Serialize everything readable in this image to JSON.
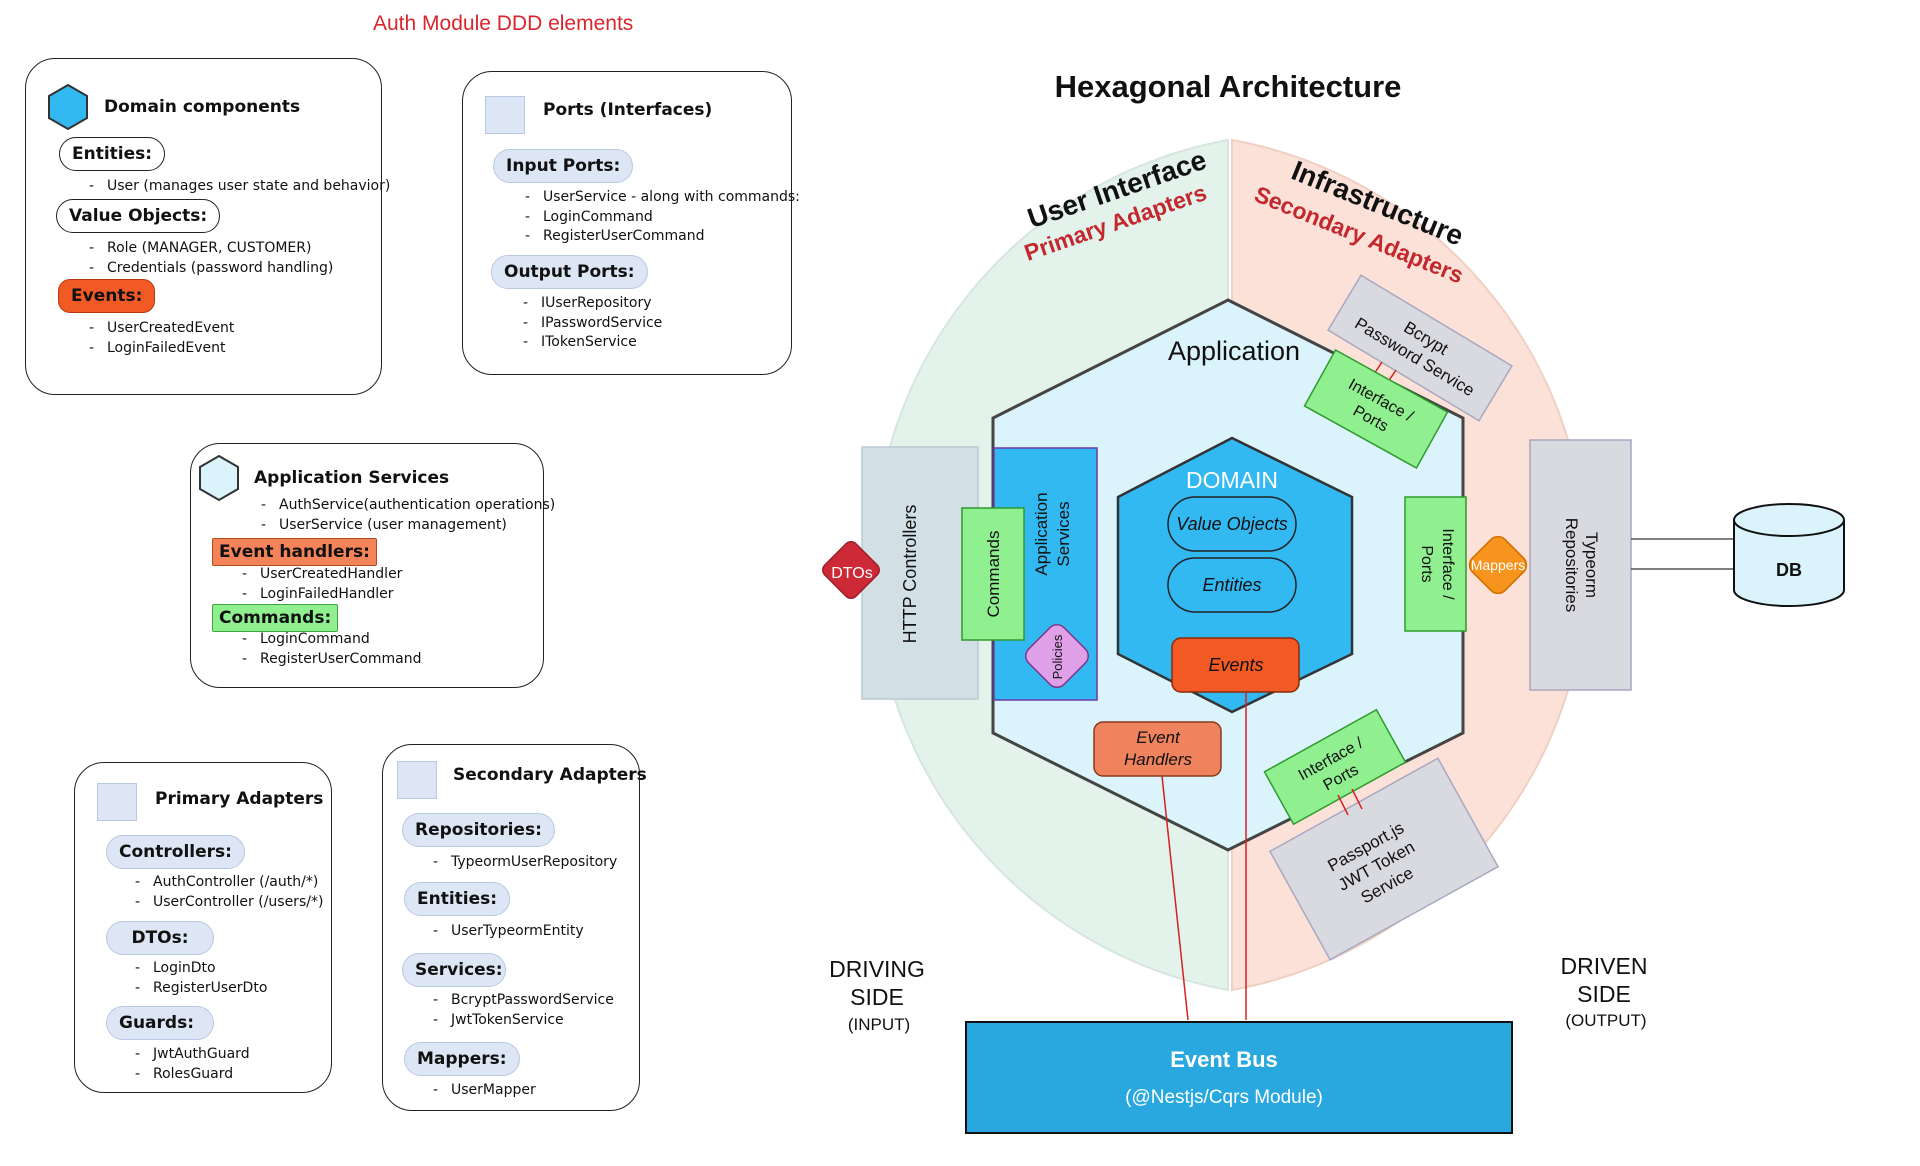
{
  "legend": {
    "heading": "Auth Module DDD elements",
    "domain_components": {
      "title": "Domain components",
      "entities_label": "Entities:",
      "entities_items": [
        "User (manages user state and behavior)"
      ],
      "value_objects_label": "Value Objects:",
      "value_objects_items": [
        "Role (MANAGER, CUSTOMER)",
        "Credentials (password handling)"
      ],
      "events_label": "Events:",
      "events_items": [
        "UserCreatedEvent",
        "LoginFailedEvent"
      ]
    },
    "ports": {
      "title": "Ports (Interfaces)",
      "input_label": "Input Ports:",
      "input_items": [
        "UserService - along with commands:",
        "LoginCommand",
        "RegisterUserCommand"
      ],
      "output_label": "Output Ports:",
      "output_items": [
        "IUserRepository",
        "IPasswordService",
        "ITokenService"
      ]
    },
    "application_services": {
      "title": "Application Services",
      "items": [
        "AuthService(authentication operations)",
        "UserService (user management)"
      ],
      "handlers_label": "Event handlers:",
      "handlers_items": [
        "UserCreatedHandler",
        "LoginFailedHandler"
      ],
      "commands_label": "Commands:",
      "commands_items": [
        "LoginCommand",
        "RegisterUserCommand"
      ]
    },
    "primary_adapters": {
      "title": "Primary Adapters",
      "controllers_label": "Controllers:",
      "controllers_items": [
        "AuthController (/auth/*)",
        "UserController (/users/*)"
      ],
      "dtos_label": "DTOs:",
      "dtos_items": [
        "LoginDto",
        "RegisterUserDto"
      ],
      "guards_label": "Guards:",
      "guards_items": [
        "JwtAuthGuard",
        "RolesGuard"
      ]
    },
    "secondary_adapters": {
      "title": "Secondary Adapters",
      "repositories_label": "Repositories:",
      "repositories_items": [
        "TypeormUserRepository"
      ],
      "entities_label": "Entities:",
      "entities_items": [
        "UserTypeormEntity"
      ],
      "services_label": "Services:",
      "services_items": [
        "BcryptPasswordService",
        "JwtTokenService"
      ],
      "mappers_label": "Mappers:",
      "mappers_items": [
        "UserMapper"
      ]
    }
  },
  "diagram": {
    "title": "Hexagonal Architecture",
    "user_interface": "User Interface",
    "primary_adapters": "Primary Adapters",
    "infrastructure": "Infrastructure",
    "secondary_adapters": "Secondary Adapters",
    "application": "Application",
    "domain": "DOMAIN",
    "value_objects": "Value Objects",
    "entities": "Entities",
    "events": "Events",
    "event_handlers_1": "Event",
    "event_handlers_2": "Handlers",
    "http_controllers": "HTTP Controllers",
    "dtos": "DTOs",
    "commands": "Commands",
    "app_services_1": "Application",
    "app_services_2": "Services",
    "policies": "Policies",
    "interface_ports_1": "Interface /",
    "interface_ports_2": "Ports",
    "bcrypt_1": "Bcrypt",
    "bcrypt_2": "Password Service",
    "typeorm_1": "Typeorm",
    "typeorm_2": "Repositories",
    "mappers": "Mappers",
    "db": "DB",
    "passport_1": "Passport.js",
    "passport_2": "JWT Token",
    "passport_3": "Service",
    "driving_1": "DRIVING",
    "driving_2": "SIDE",
    "driving_3": "(INPUT)",
    "driven_1": "DRIVEN",
    "driven_2": "SIDE",
    "driven_3": "(OUTPUT)",
    "event_bus": "Event Bus",
    "event_bus_sub": "(@Nestjs/Cqrs Module)"
  },
  "colors": {
    "heading_red": "#d9262c",
    "ui_green": "#e3f2eb",
    "infra_peach": "#fbe1d7",
    "application_cyan": "#dbf3fa",
    "domain_blue": "#33b9f2",
    "event_orange": "#f15a24",
    "green": "#90f090",
    "dto_red": "#cc2a36",
    "mapper_orange": "#f7941d",
    "policy_pink": "#e0a0e8",
    "grey_adapter": "#d9d9e0",
    "bus_blue": "#29a8e0"
  }
}
